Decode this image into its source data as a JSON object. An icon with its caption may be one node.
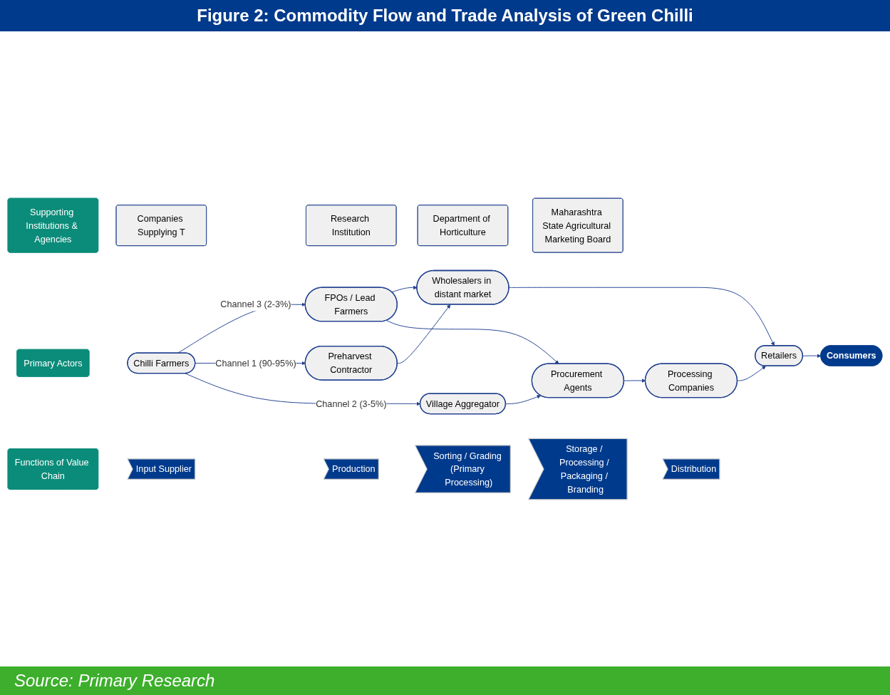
{
  "diagram": {
    "title": "Figure 2: Commodity Flow and Trade Analysis of Green Chilli",
    "caption": "Source: Primary Research",
    "nodes": [
      {
        "text": [
          "Supporting Institutions & Agencies"
        ]
      },
      {
        "text": [
          "Companies Supplying T"
        ]
      },
      {
        "text": [
          "Research Institution"
        ]
      },
      {
        "text": [
          "Department of Horticulture"
        ]
      },
      {
        "text": [
          "Maharashtra State Agricultural Marketing Board"
        ]
      },
      {
        "text": [
          "Primary Actors"
        ]
      },
      {
        "text": [
          "FPOs / Lead Farmers"
        ]
      },
      {
        "text": [
          "Chilli Farmers"
        ]
      },
      {
        "text": [
          "Preharvest Contractor"
        ]
      },
      {
        "text": [
          "Wholesalers in distant market"
        ]
      },
      {
        "text": [
          "Retailers"
        ]
      },
      {
        "text": [
          "Consumers"
        ]
      },
      {
        "text": [
          "Village Aggregator"
        ]
      },
      {
        "text": [
          "Procurement Agents"
        ]
      },
      {
        "text": [
          "Processing Companies"
        ]
      },
      {
        "text": [
          "Functions of Value Chain"
        ]
      },
      {
        "text": [
          "Input Supplier"
        ]
      },
      {
        "text": [
          "Production"
        ]
      },
      {
        "text": [
          "Sorting / Grading (Primary Processing)"
        ]
      },
      {
        "text": [
          "Storage / Processing / Packaging / Branding"
        ]
      },
      {
        "text": [
          "Distribution"
        ]
      }
    ],
    "edges": [
      {
        "from": 7,
        "to": 6,
        "arrow": "to",
        "label": "Channel 3 (2-3%)"
      },
      {
        "from": 7,
        "to": 8,
        "arrow": "to",
        "label": "Channel 1 (90-95%)"
      },
      {
        "from": 7,
        "to": 12,
        "arrow": "to",
        "label": "Channel 2 (3-5%)"
      },
      {
        "from": 6,
        "to": 9,
        "arrow": "to"
      },
      {
        "from": 6,
        "to": 13,
        "arrow": "to"
      },
      {
        "from": 8,
        "to": 9,
        "arrow": "to"
      },
      {
        "from": 9,
        "to": 10,
        "arrow": "to"
      },
      {
        "from": 10,
        "to": 11,
        "arrow": "to"
      },
      {
        "from": 12,
        "to": 13,
        "arrow": "to"
      },
      {
        "from": 13,
        "to": 14,
        "arrow": "to"
      },
      {
        "from": 14,
        "to": 10,
        "arrow": "to"
      }
    ]
  }
}
